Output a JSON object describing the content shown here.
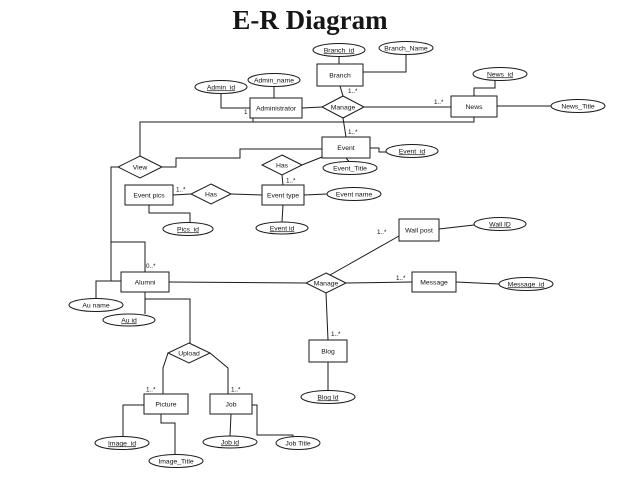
{
  "title": "E-R Diagram",
  "diagram": {
    "entities": [
      {
        "id": "branch",
        "label": "Branch"
      },
      {
        "id": "administrator",
        "label": "Administrator"
      },
      {
        "id": "news",
        "label": "News"
      },
      {
        "id": "event",
        "label": "Event"
      },
      {
        "id": "event-pics",
        "label": "Event pics"
      },
      {
        "id": "event-type",
        "label": "Event type"
      },
      {
        "id": "wall-post",
        "label": "Wall post"
      },
      {
        "id": "alumni",
        "label": "Alumni"
      },
      {
        "id": "message",
        "label": "Message"
      },
      {
        "id": "blog",
        "label": "Blog"
      },
      {
        "id": "picture",
        "label": "Picture"
      },
      {
        "id": "job",
        "label": "Job"
      }
    ],
    "relationships": [
      {
        "id": "manage-admin-news",
        "label": "Manage"
      },
      {
        "id": "view",
        "label": "View"
      },
      {
        "id": "has-event",
        "label": "Has"
      },
      {
        "id": "has-pics",
        "label": "Has"
      },
      {
        "id": "manage-alumni",
        "label": "Manage"
      },
      {
        "id": "upload",
        "label": "Upload"
      }
    ],
    "attributes": [
      {
        "id": "branch-id",
        "label": "Branch_id",
        "key": true
      },
      {
        "id": "branch-name",
        "label": "Branch_Name",
        "key": false
      },
      {
        "id": "admin-id",
        "label": "Admin_id",
        "key": true
      },
      {
        "id": "admin-name",
        "label": "Admin_name",
        "key": false
      },
      {
        "id": "news-id",
        "label": "News_id",
        "key": true
      },
      {
        "id": "news-title",
        "label": "News_Title",
        "key": false
      },
      {
        "id": "event-id",
        "label": "Event_id",
        "key": true
      },
      {
        "id": "event-title",
        "label": "Event_Title",
        "key": false
      },
      {
        "id": "event-name",
        "label": "Event name",
        "key": false
      },
      {
        "id": "event-type-id",
        "label": "Event id",
        "key": true
      },
      {
        "id": "pics-id",
        "label": "Pics_id",
        "key": true
      },
      {
        "id": "wall-id",
        "label": "Wall ID",
        "key": true
      },
      {
        "id": "message-id",
        "label": "Message_id",
        "key": true
      },
      {
        "id": "au-name",
        "label": "Au name",
        "key": false
      },
      {
        "id": "au-id",
        "label": "Au id",
        "key": true
      },
      {
        "id": "blog-id",
        "label": "Blog Id",
        "key": true
      },
      {
        "id": "image-id",
        "label": "Image_id",
        "key": true
      },
      {
        "id": "image-title",
        "label": "Image_Title",
        "key": false
      },
      {
        "id": "job-id",
        "label": "Job id",
        "key": true
      },
      {
        "id": "job-title",
        "label": "Job Title",
        "key": false
      }
    ],
    "cardinalities": [
      {
        "edge": "branch-manage",
        "label": "1..*"
      },
      {
        "edge": "administrator",
        "label": "1"
      },
      {
        "edge": "manage-news",
        "label": "1..*"
      },
      {
        "edge": "manage-event",
        "label": "1..*"
      },
      {
        "edge": "has-event-type",
        "label": "1..*"
      },
      {
        "edge": "event-pics-has",
        "label": "1..*"
      },
      {
        "edge": "manage-wall-post",
        "label": "1..*"
      },
      {
        "edge": "manage-message",
        "label": "1..*"
      },
      {
        "edge": "view-alumni",
        "label": "0..*"
      },
      {
        "edge": "manage-blog",
        "label": "1..*"
      },
      {
        "edge": "upload-picture",
        "label": "1..*"
      },
      {
        "edge": "upload-job",
        "label": "1..*"
      }
    ]
  }
}
